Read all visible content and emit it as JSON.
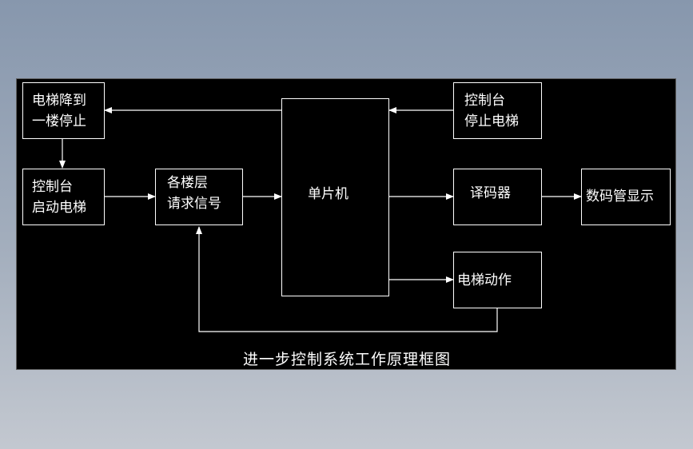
{
  "diagram": {
    "blocks": {
      "stop_floor1": "电梯降到\n一楼停止",
      "console_stop": "控制台\n停止电梯",
      "console_start": "控制台\n启动电梯",
      "floor_request": "各楼层\n请求信号",
      "mcu": "单片机",
      "decoder": "译码器",
      "display": "数码管显示",
      "elevator_action": "电梯动作"
    },
    "caption": "进一步控制系统工作原理框图"
  },
  "colors": {
    "background": "#000000",
    "line": "#ffffff",
    "text": "#ffffff"
  }
}
